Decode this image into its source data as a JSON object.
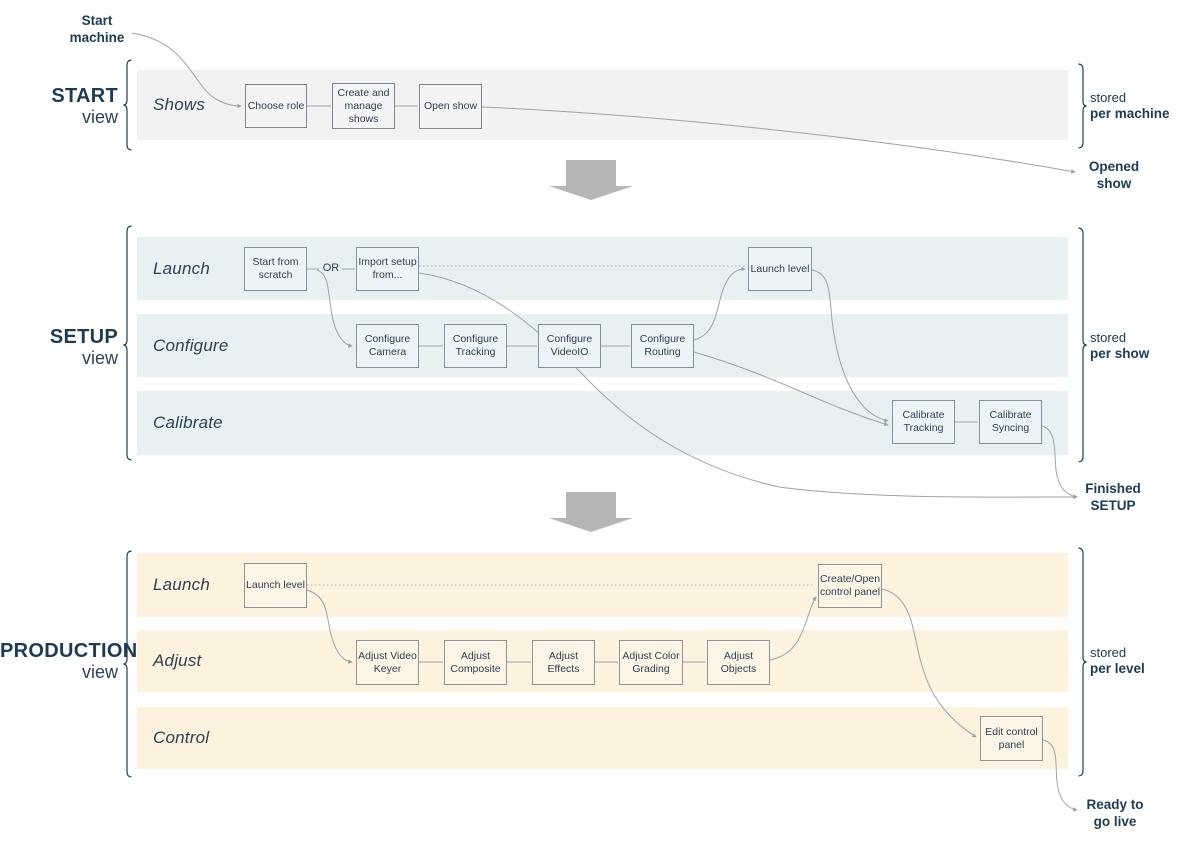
{
  "colors": {
    "ink": "#1d3c53",
    "ink-soft": "#2e4156",
    "band-start": "#f2f2f2",
    "band-setup": "#e8f1f2",
    "band-prod": "#fcf2dd",
    "node-start-fill": "#f4f4f4",
    "node-start-border": "#7d8894",
    "node-setup-fill": "#edf4f5",
    "node-setup-border": "#7d929e",
    "node-prod-fill": "#fcf5e6",
    "node-prod-border": "#8d9399",
    "wire": "#9aa3ac",
    "wire-dotted": "#a9b1b9",
    "flow-arrow": "#b5b5b5"
  },
  "labels": {
    "start_machine": {
      "l1": "Start",
      "l2": "machine"
    },
    "opened_show": {
      "l1": "Opened",
      "l2": "show"
    },
    "finished_setup": {
      "l1": "Finished",
      "l2": "SETUP"
    },
    "ready_to_go_live": {
      "l1": "Ready to",
      "l2": "go live"
    }
  },
  "sections": [
    {
      "title": "START",
      "subtitle": "view",
      "stored": {
        "prefix": "stored",
        "scope": "per machine"
      },
      "lanes": [
        {
          "label": "Shows",
          "nodes": [
            "Choose role",
            "Create and manage shows",
            "Open show"
          ]
        }
      ]
    },
    {
      "title": "SETUP",
      "subtitle": "view",
      "stored": {
        "prefix": "stored",
        "scope": "per show"
      },
      "or_label": "OR",
      "lanes": [
        {
          "label": "Launch",
          "nodes": [
            "Start from scratch",
            "Import setup from...",
            "Launch level"
          ]
        },
        {
          "label": "Configure",
          "nodes": [
            "Configure Camera",
            "Configure Tracking",
            "Configure VideoIO",
            "Configure Routing"
          ]
        },
        {
          "label": "Calibrate",
          "nodes": [
            "Calibrate Tracking",
            "Calibrate Syncing"
          ]
        }
      ]
    },
    {
      "title": "PRODUCTION",
      "subtitle": "view",
      "stored": {
        "prefix": "stored",
        "scope": "per level"
      },
      "lanes": [
        {
          "label": "Launch",
          "nodes": [
            "Launch level",
            "Create/Open control panel"
          ]
        },
        {
          "label": "Adjust",
          "nodes": [
            "Adjust Video Keyer",
            "Adjust Composite",
            "Adjust Effects",
            "Adjust Color Grading",
            "Adjust Objects"
          ]
        },
        {
          "label": "Control",
          "nodes": [
            "Edit control panel"
          ]
        }
      ]
    }
  ]
}
